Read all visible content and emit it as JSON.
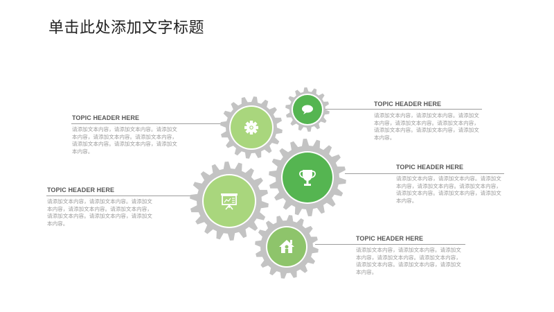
{
  "title": "单击此处添加文字标题",
  "colors": {
    "gear_gray": "#c3c3c3",
    "light_green": "#a9d67d",
    "mid_green": "#8ec46b",
    "dark_green": "#55b551",
    "rule": "#9c9c9c"
  },
  "items": [
    {
      "id": "left-top",
      "header": "TOPIC HEADER HERE",
      "body": "请添加文本内容，请添加文本内容。请添加文本内容，请添加文本内容。请添加文本内容，请添加文本内容。请添加文本内容，请添加文本内容。",
      "icon": "gear-icon"
    },
    {
      "id": "left-mid",
      "header": "TOPIC HEADER HERE",
      "body": "请添加文本内容，请添加文本内容。请添加文本内容，请添加文本内容。请添加文本内容，请添加文本内容。请添加文本内容，请添加文本内容。",
      "icon": "presentation-chart-icon"
    },
    {
      "id": "right-top",
      "header": "TOPIC HEADER HERE",
      "body": "请添加文本内容，请添加文本内容。请添加文本内容，请添加文本内容。请添加文本内容，请添加文本内容。请添加文本内容，请添加文本内容。",
      "icon": "chat-bubble-icon"
    },
    {
      "id": "right-mid",
      "header": "TOPIC HEADER HERE",
      "body": "请添加文本内容，请添加文本内容。请添加文本内容，请添加文本内容。请添加文本内容，请添加文本内容。请添加文本内容，请添加文本内容。",
      "icon": "trophy-icon"
    },
    {
      "id": "right-bottom",
      "header": "TOPIC HEADER HERE",
      "body": "请添加文本内容，请添加文本内容。请添加文本内容，请添加文本内容。请添加文本内容，请添加文本内容。请添加文本内容，请添加文本内容。",
      "icon": "home-icon"
    }
  ]
}
